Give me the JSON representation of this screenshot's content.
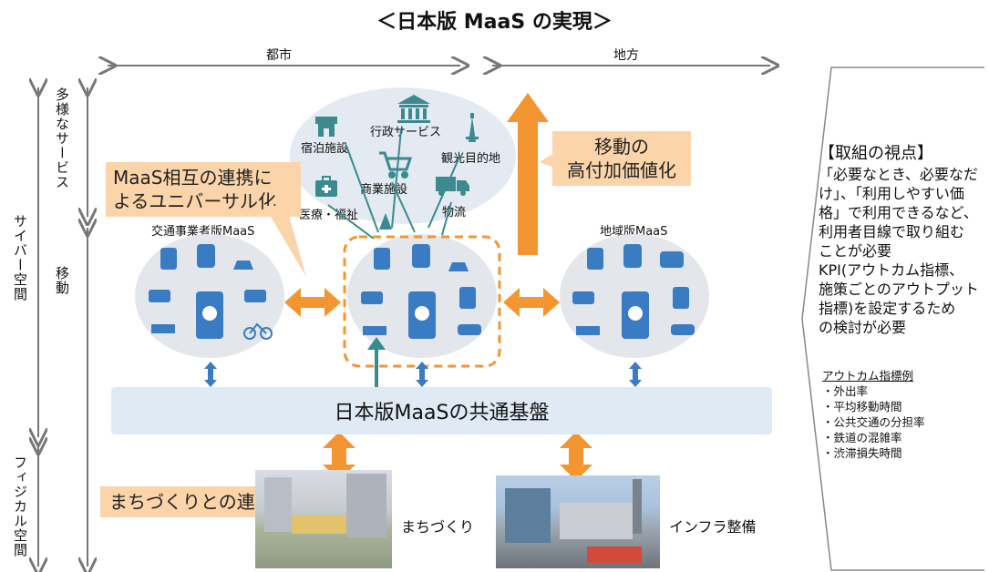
{
  "title": "＜日本版 MaaS の実現＞",
  "axis": {
    "urban": "都市",
    "rural": "地方"
  },
  "vertical": {
    "cyber": "サイバー空間",
    "physical": "フィジカル空間",
    "services": "多様なサービス",
    "mobility": "移動"
  },
  "services": {
    "accommodation": "宿泊施設",
    "administration": "行政サービス",
    "tourism": "観光目的地",
    "commerce": "商業施設",
    "medical": "医療・福祉",
    "logistics": "物流"
  },
  "callouts": {
    "universal_line1": "MaaS相互の連携に",
    "universal_line2": "よるユニバーサル化",
    "value_line1": "移動の",
    "value_line2": "高付加価値化",
    "town": "まちづくりとの連携"
  },
  "maas": {
    "operator": "交通事業者版MaaS",
    "regional": "地域版MaaS"
  },
  "platform": "日本版MaaSの共通基盤",
  "physical": {
    "town": "まちづくり",
    "infra": "インフラ整備"
  },
  "panel": {
    "heading": "【取組の視点】",
    "lines": [
      "「必要なとき、必要なだ",
      "け」、「利用しやすい価",
      "格」で利用できるなど、",
      "利用者目線で取り組む",
      "ことが必要",
      "KPI(アウトカム指標、",
      "施策ごとのアウトプット",
      "指標)を設定するため",
      "の検討が必要"
    ],
    "outcome_title": "アウトカム指標例",
    "outcomes": [
      "・外出率",
      "・平均移動時間",
      "・公共交通の分担率",
      "・鉄道の混雑率",
      "・渋滞損失時間"
    ]
  },
  "colors": {
    "blue": "#3a7cc3",
    "orange": "#f39530",
    "teal": "#3b8a8e",
    "callout": "#fbd4a9"
  }
}
